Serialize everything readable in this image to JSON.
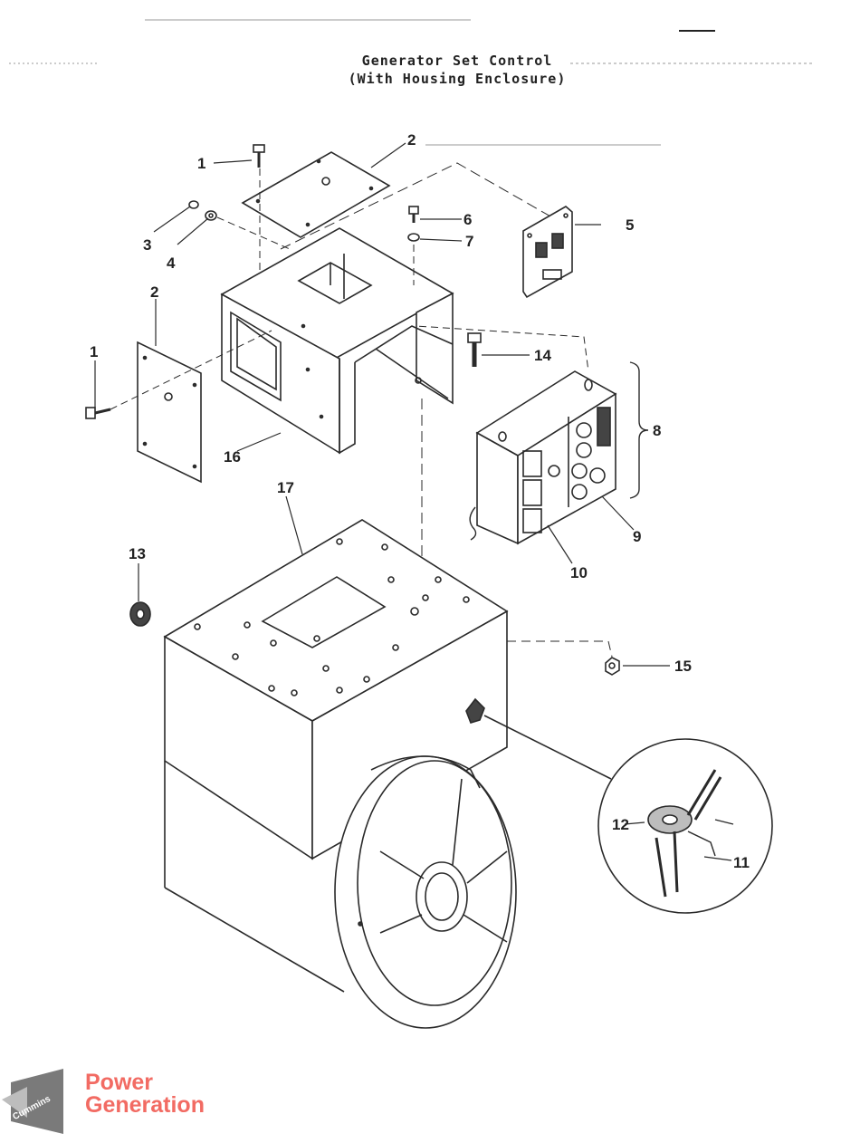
{
  "title": {
    "line1": "Generator Set Control",
    "line2": "(With Housing Enclosure)"
  },
  "callouts": [
    "1",
    "2",
    "3",
    "4",
    "5",
    "6",
    "7",
    "14",
    "2",
    "1",
    "16",
    "8",
    "9",
    "10",
    "17",
    "13",
    "15",
    "12",
    "11"
  ],
  "brand": {
    "logo_word": "Cummins",
    "line1": "Power",
    "line2": "Generation",
    "color": "#f26b63"
  }
}
